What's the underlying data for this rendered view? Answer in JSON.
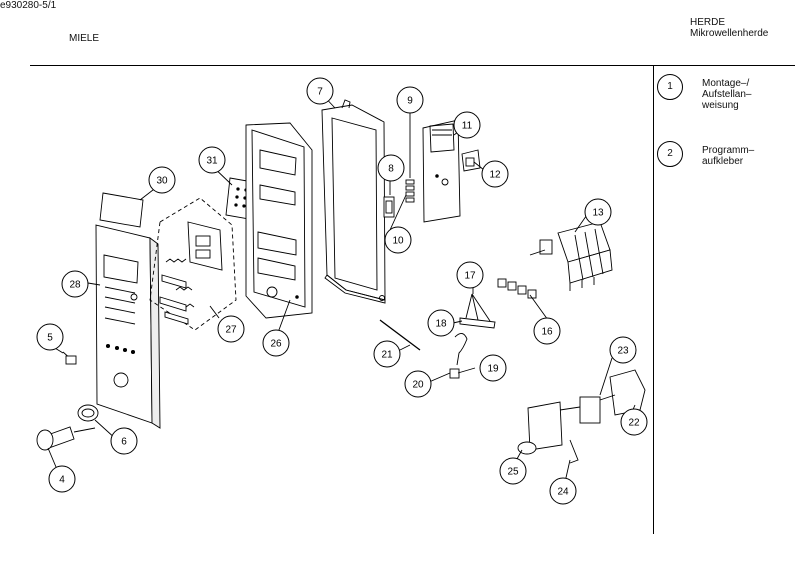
{
  "header": {
    "brand": "MIELE",
    "category": "HERDE",
    "subcategory": "Mikrowellenherde"
  },
  "legend": [
    {
      "number": "1",
      "text": "Montage–/\nAufstellan–\nweisung"
    },
    {
      "number": "2",
      "text": "Programm–\naufkleber"
    }
  ],
  "part_numbers": [
    "4",
    "5",
    "6",
    "7",
    "8",
    "9",
    "10",
    "11",
    "12",
    "13",
    "16",
    "17",
    "18",
    "19",
    "20",
    "21",
    "22",
    "23",
    "24",
    "25",
    "26",
    "27",
    "28",
    "30",
    "31"
  ],
  "footer": {
    "reference": "e930280-5/1"
  }
}
